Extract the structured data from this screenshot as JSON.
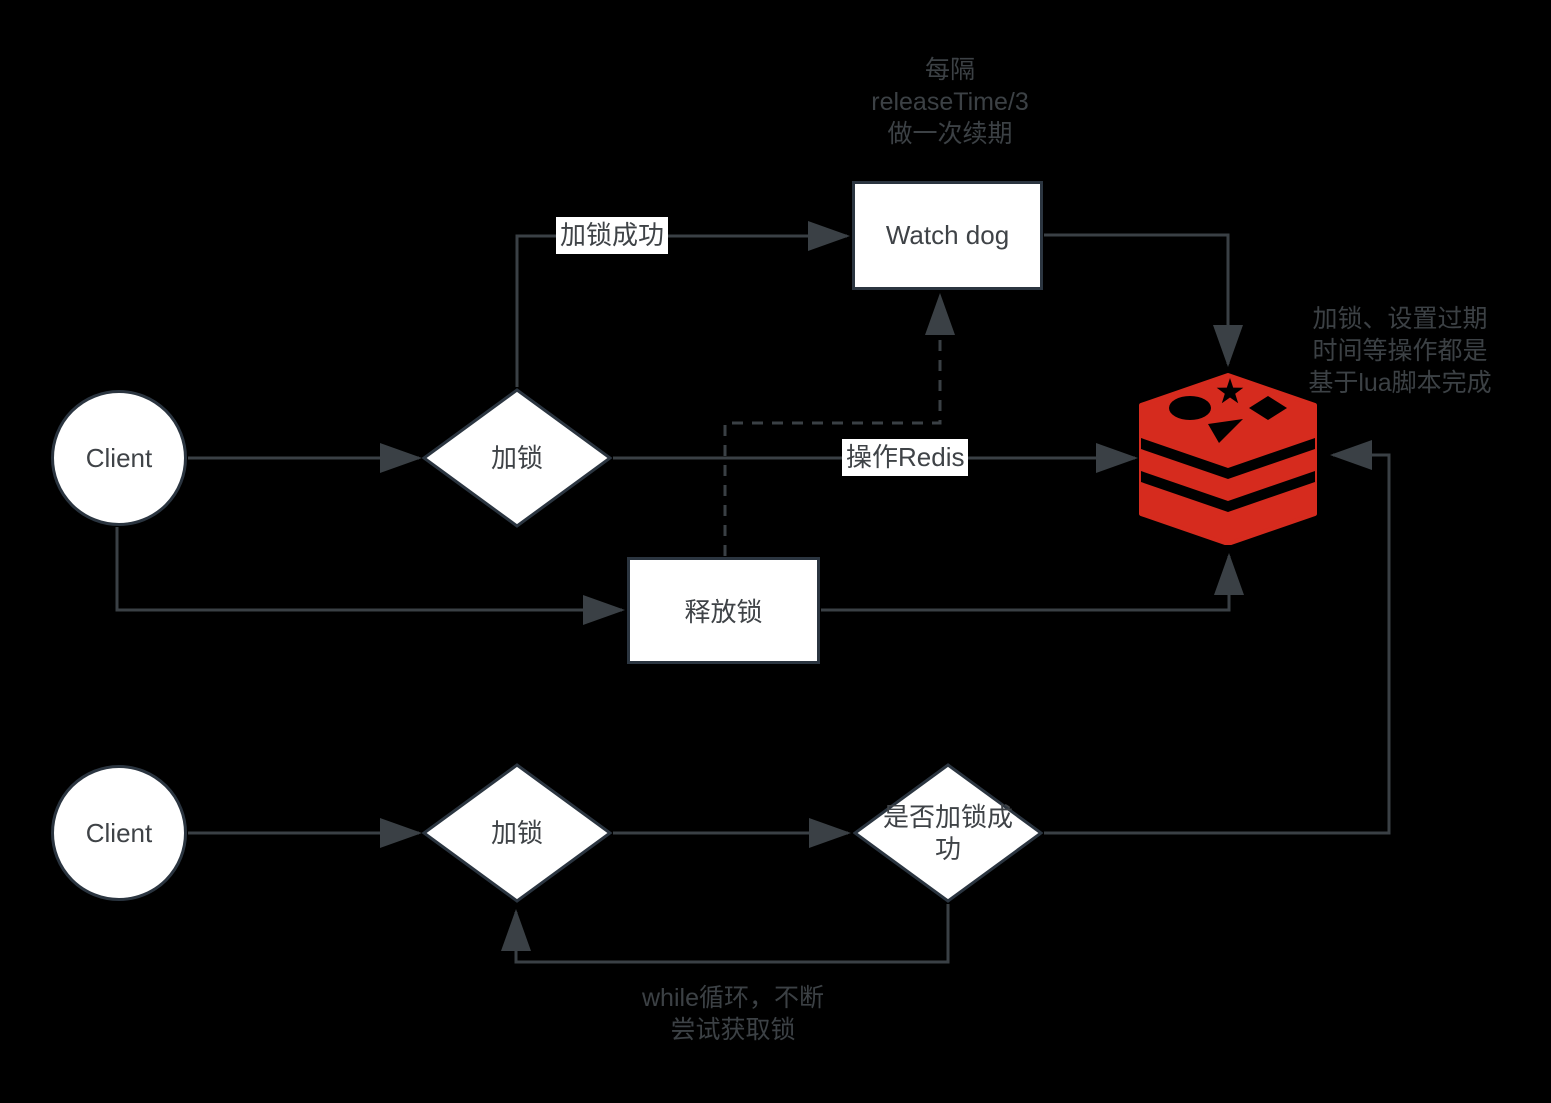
{
  "diagram_title": "Redis distributed lock with watch dog flow",
  "colors": {
    "background": "#000000",
    "line": "#3a4045",
    "node_border": "#2b3540",
    "node_fill": "#ffffff",
    "node_text": "#3f4347",
    "note_text": "#3c4145",
    "redis_red": "#d62b1e"
  },
  "nodes": {
    "client_top": {
      "label": "Client",
      "shape": "circle"
    },
    "client_bottom": {
      "label": "Client",
      "shape": "circle"
    },
    "lock_top": {
      "label": "加锁",
      "shape": "diamond"
    },
    "lock_bottom": {
      "label": "加锁",
      "shape": "diamond"
    },
    "lock_success_check": {
      "label": "是否加锁成功",
      "shape": "diamond"
    },
    "watch_dog": {
      "label": "Watch dog",
      "shape": "rect"
    },
    "release_lock": {
      "label": "释放锁",
      "shape": "rect"
    }
  },
  "icons": {
    "redis": "redis-database-logo"
  },
  "edge_labels": {
    "lock_success": "加锁成功",
    "operate_redis": "操作Redis"
  },
  "notes": {
    "renewal": [
      "每隔",
      "releaseTime/3",
      "做一次续期"
    ],
    "lua": [
      "加锁、设置过期",
      "时间等操作都是",
      "基于lua脚本完成"
    ],
    "while_loop": [
      "while循环，不断",
      "尝试获取锁"
    ]
  }
}
